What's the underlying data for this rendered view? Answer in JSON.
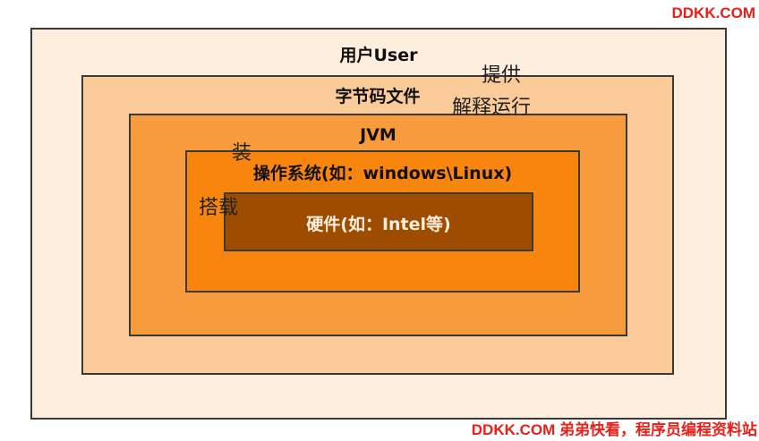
{
  "diagram": {
    "layers": {
      "user": {
        "label": "用户User",
        "color": "#fdeedd"
      },
      "bytecode": {
        "label": "字节码文件",
        "color": "#fbcb9a"
      },
      "jvm": {
        "label": "JVM",
        "color": "#f89b3c"
      },
      "os": {
        "label": "操作系统(如：windows\\Linux)",
        "color": "#f8860e"
      },
      "hardware": {
        "label": "硬件(如：Intel等)",
        "color": "#9e4d00"
      }
    },
    "annotations": {
      "provide": "提供",
      "interpret": "解释运行",
      "mount_part1": "装",
      "mount_part2": "搭载"
    }
  },
  "watermark": {
    "top": "DDKK.COM",
    "bottom": "DDKK.COM 弟弟快看，程序员编程资料站",
    "color": "#e8201a"
  }
}
